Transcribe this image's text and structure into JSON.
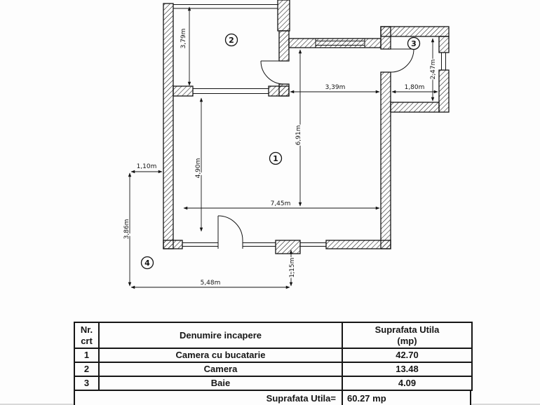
{
  "plan": {
    "room_labels": {
      "r1": "1",
      "r2": "2",
      "r3": "3",
      "r4": "4"
    },
    "dims": {
      "d379": "3,79m",
      "d339": "3,39m",
      "d180": "1,80m",
      "d247": "2,47m",
      "d691": "6,91m",
      "d490": "4,90m",
      "d745": "7,45m",
      "d110": "1,10m",
      "d386": "3,86m",
      "d548": "5,48m",
      "d115": "1,15m"
    }
  },
  "table": {
    "header": {
      "nr_line1": "Nr.",
      "nr_line2": "crt",
      "name": "Denumire incapere",
      "area_line1": "Suprafata Utila",
      "area_line2": "(mp)"
    },
    "rows": [
      {
        "nr": "1",
        "name": "Camera cu bucatarie",
        "area": "42.70"
      },
      {
        "nr": "2",
        "name": "Camera",
        "area": "13.48"
      },
      {
        "nr": "3",
        "name": "Baie",
        "area": "4.09"
      }
    ],
    "footer": {
      "label": "Suprafata Utila=",
      "value": "60.27 mp"
    }
  }
}
